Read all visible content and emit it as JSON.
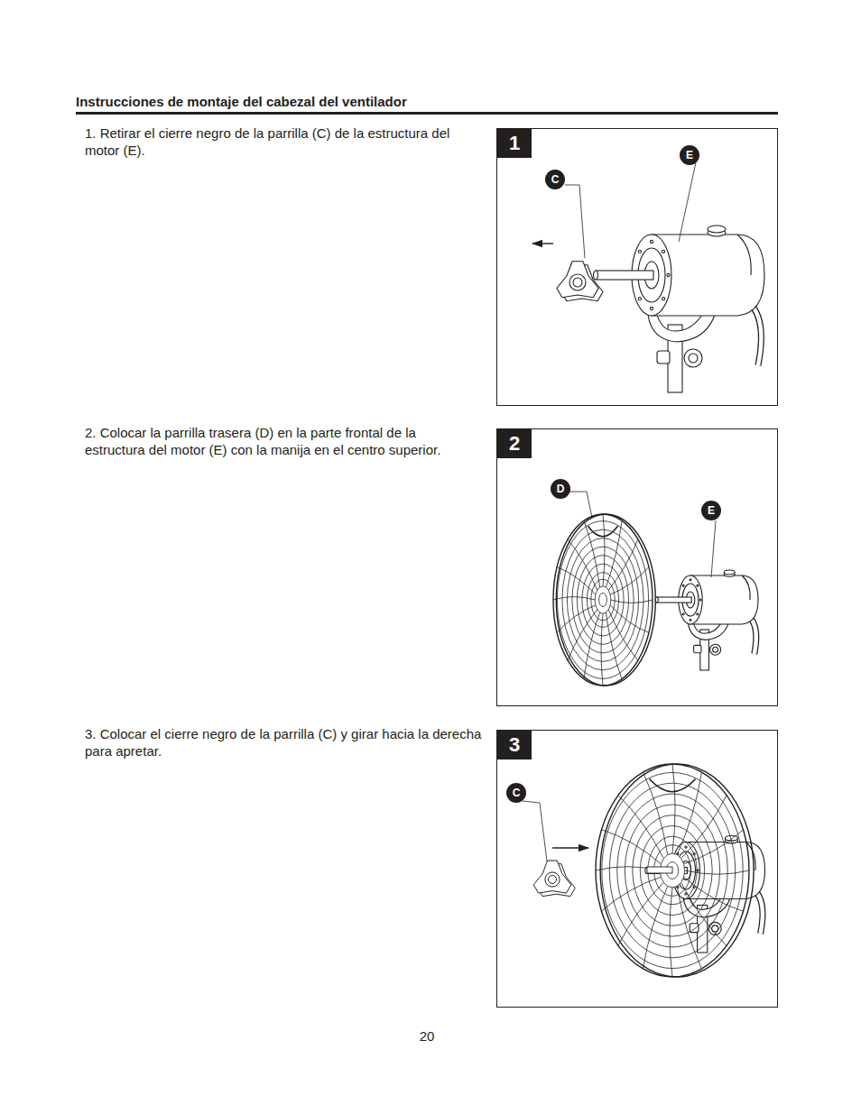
{
  "diagram": {
    "title": "Instrucciones de montaje del cabezal del ventilador",
    "nodes": [
      {
        "text": [
          "1"
        ]
      },
      {
        "text": [
          "C"
        ],
        "in": 0
      },
      {
        "text": [
          "E"
        ],
        "in": 0
      },
      {
        "text": [
          "2"
        ]
      },
      {
        "text": [
          "D"
        ],
        "in": 3
      },
      {
        "text": [
          "E"
        ],
        "in": 3
      },
      {
        "text": [
          "3"
        ]
      },
      {
        "text": [
          "C"
        ],
        "in": 6
      }
    ],
    "labels": [
      "1. Retirar el cierre negro de la parrilla (C) de la estructura del motor (E).",
      "2.  Colocar la parrilla trasera  (D) en la parte frontal de la estructura del motor (E) con la manija en el centro superior.",
      "3.  Colocar el cierre negro de la parrilla (C) y girar hacia la derecha para apretar.",
      "20"
    ]
  }
}
